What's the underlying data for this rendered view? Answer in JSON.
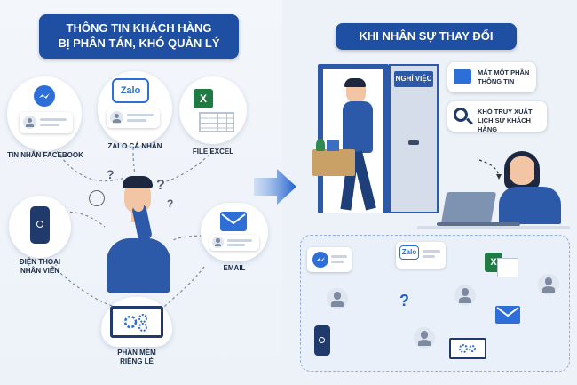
{
  "left": {
    "title_line1": "THÔNG TIN KHÁCH HÀNG",
    "title_line2": "BỊ PHÂN TÁN, KHÓ QUẢN LÝ",
    "sources": {
      "facebook": "TIN NHẮN FACEBOOK",
      "zalo": "ZALO CÁ NHÂN",
      "excel": "FILE EXCEL",
      "phone_line1": "ĐIỆN THOẠI",
      "phone_line2": "NHÂN VIÊN",
      "email": "EMAIL",
      "software_line1": "PHẦN MỀM",
      "software_line2": "RIÊNG LẺ"
    },
    "zalo_logo": "Zalo"
  },
  "right": {
    "title": "KHI NHÂN SỰ THAY ĐỔI",
    "door_sign": "NGHỈ VIỆC",
    "bubble1_line1": "MẤT MỘT PHẦN",
    "bubble1_line2": "THÔNG TIN",
    "bubble2_line1": "KHÓ TRUY XUẤT",
    "bubble2_line2": "LỊCH SỬ KHÁCH HÀNG",
    "zalo_logo": "Zalo"
  },
  "icons": [
    "messenger-icon",
    "zalo-icon",
    "excel-icon",
    "phone-icon",
    "email-icon",
    "settings-gear-icon",
    "folder-icon",
    "search-icon",
    "arrow-right-icon",
    "person-icon",
    "question-mark-icon"
  ],
  "colors": {
    "primary": "#1f4fa3",
    "accent_blue": "#2d6fd6",
    "excel_green": "#1f7a44",
    "bg": "#edf2f9"
  }
}
